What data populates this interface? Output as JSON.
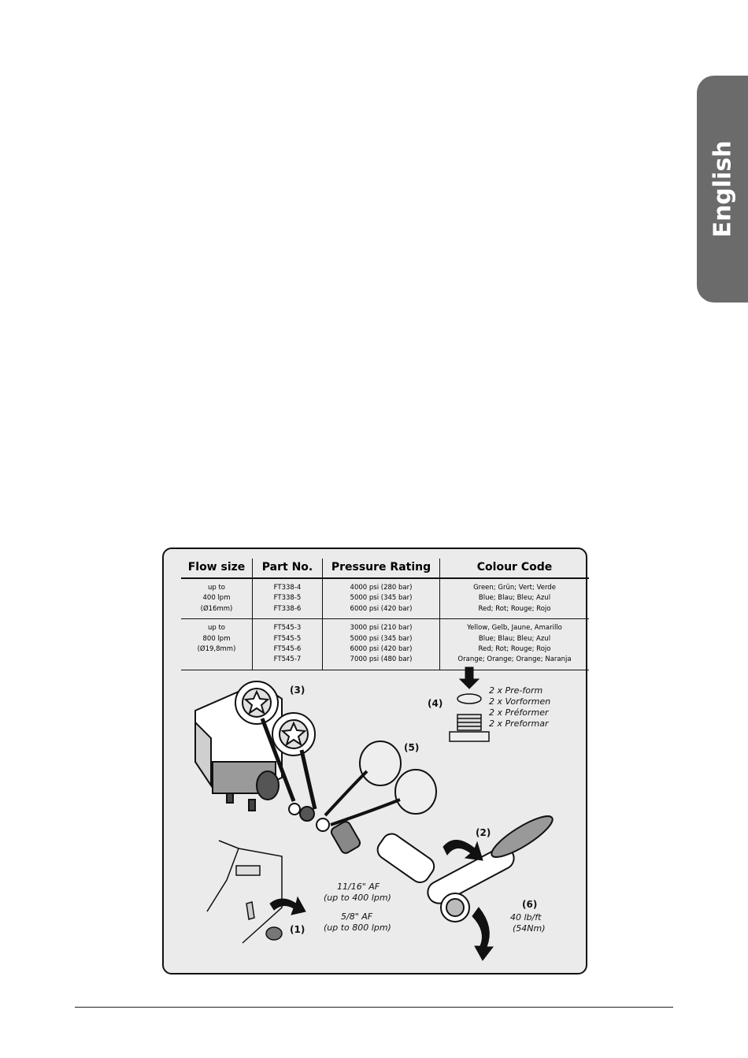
{
  "side_tab": {
    "label": "English"
  },
  "table": {
    "headers": [
      "Flow size",
      "Part No.",
      "Pressure Rating",
      "Colour Code"
    ],
    "rows": [
      {
        "flow": [
          "up to",
          "400 lpm",
          "(Ø16mm)"
        ],
        "parts": [
          "FT338-4",
          "FT338-5",
          "FT338-6"
        ],
        "pressure": [
          "4000 psi (280 bar)",
          "5000 psi (345 bar)",
          "6000 psi (420 bar)"
        ],
        "colours": [
          "Green; Grün; Vert; Verde",
          "Blue; Blau; Bleu; Azul",
          "Red; Rot; Rouge; Rojo"
        ]
      },
      {
        "flow": [
          "up to",
          "800 lpm",
          "(Ø19,8mm)"
        ],
        "parts": [
          "FT545-3",
          "FT545-5",
          "FT545-6",
          "FT545-7"
        ],
        "pressure": [
          "3000 psi (210 bar)",
          "5000 psi (345 bar)",
          "6000 psi (420 bar)",
          "7000 psi (480 bar)"
        ],
        "colours": [
          "Yellow, Gelb, Jaune, Amarillo",
          "Blue; Blau; Bleu; Azul",
          "Red; Rot; Rouge; Rojo",
          "Orange; Orange; Orange; Naranja"
        ]
      }
    ]
  },
  "illustration": {
    "step_labels": {
      "s1": "(1)",
      "s2": "(2)",
      "s3": "(3)",
      "s4": "(4)",
      "s5": "(5)",
      "s6": "(6)"
    },
    "preform": [
      "2 x Pre-form",
      "2 x Vorformen",
      "2 x Préformer",
      "2 x Preformar"
    ],
    "socket_sizes": [
      "11/16\" AF",
      "(up to 400 lpm)",
      "5/8\" AF",
      "(up to 800 lpm)"
    ],
    "torque": [
      "40 lb/ft",
      "(54Nm)"
    ]
  },
  "colors": {
    "tab_bg": "#6b6b6b",
    "panel_bg": "#ebebeb",
    "ink": "#111111"
  }
}
